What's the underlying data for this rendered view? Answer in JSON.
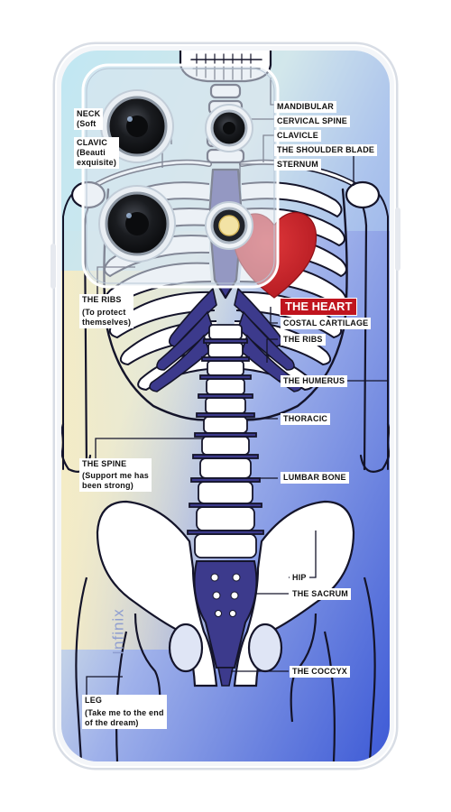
{
  "brand_text": "Infinix",
  "heart_label": "THE HEART",
  "labels": {
    "neck_title": "NECK",
    "neck_sub": "(Soft",
    "clavicle_left_title": "CLAVIC",
    "clavicle_left_sub1": "(Beauti",
    "clavicle_left_sub2": "exquisite)",
    "mandibular": "MANDIBULAR",
    "cervical_spine": "CERVICAL SPINE",
    "clavicle": "CLAVICLE",
    "shoulder_blade": "THE SHOULDER BLADE",
    "sternum": "STERNUM",
    "ribs_left_title": "THE RIBS",
    "ribs_left_sub1": "(To protect",
    "ribs_left_sub2": "themselves)",
    "costal_cartilage": "COSTAL CARTILAGE",
    "the_ribs": "THE RIBS",
    "humerus": "THE HUMERUS",
    "thoracic": "THORACIC",
    "spine_title": "THE SPINE",
    "spine_sub1": "(Support me has",
    "spine_sub2": "been strong)",
    "lumbar_bone": "LUMBAR BONE",
    "hip": "HIP",
    "sacrum": "THE SACRUM",
    "coccyx": "THE COCCYX",
    "leg_title": "LEG",
    "leg_sub1": "(Take me to the end",
    "leg_sub2": "of the dream)"
  },
  "colors": {
    "bone_outline": "#14142a",
    "bone_fill": "#ffffff",
    "spine_fill": "#3c3a8c",
    "heart": "#c62026",
    "label_bg": "#ffffff",
    "case_edge": "#dfe3ea",
    "bg_top": "#a9dcef",
    "bg_left": "#f4ebc6",
    "bg_bottom": "#3f5bd3"
  }
}
